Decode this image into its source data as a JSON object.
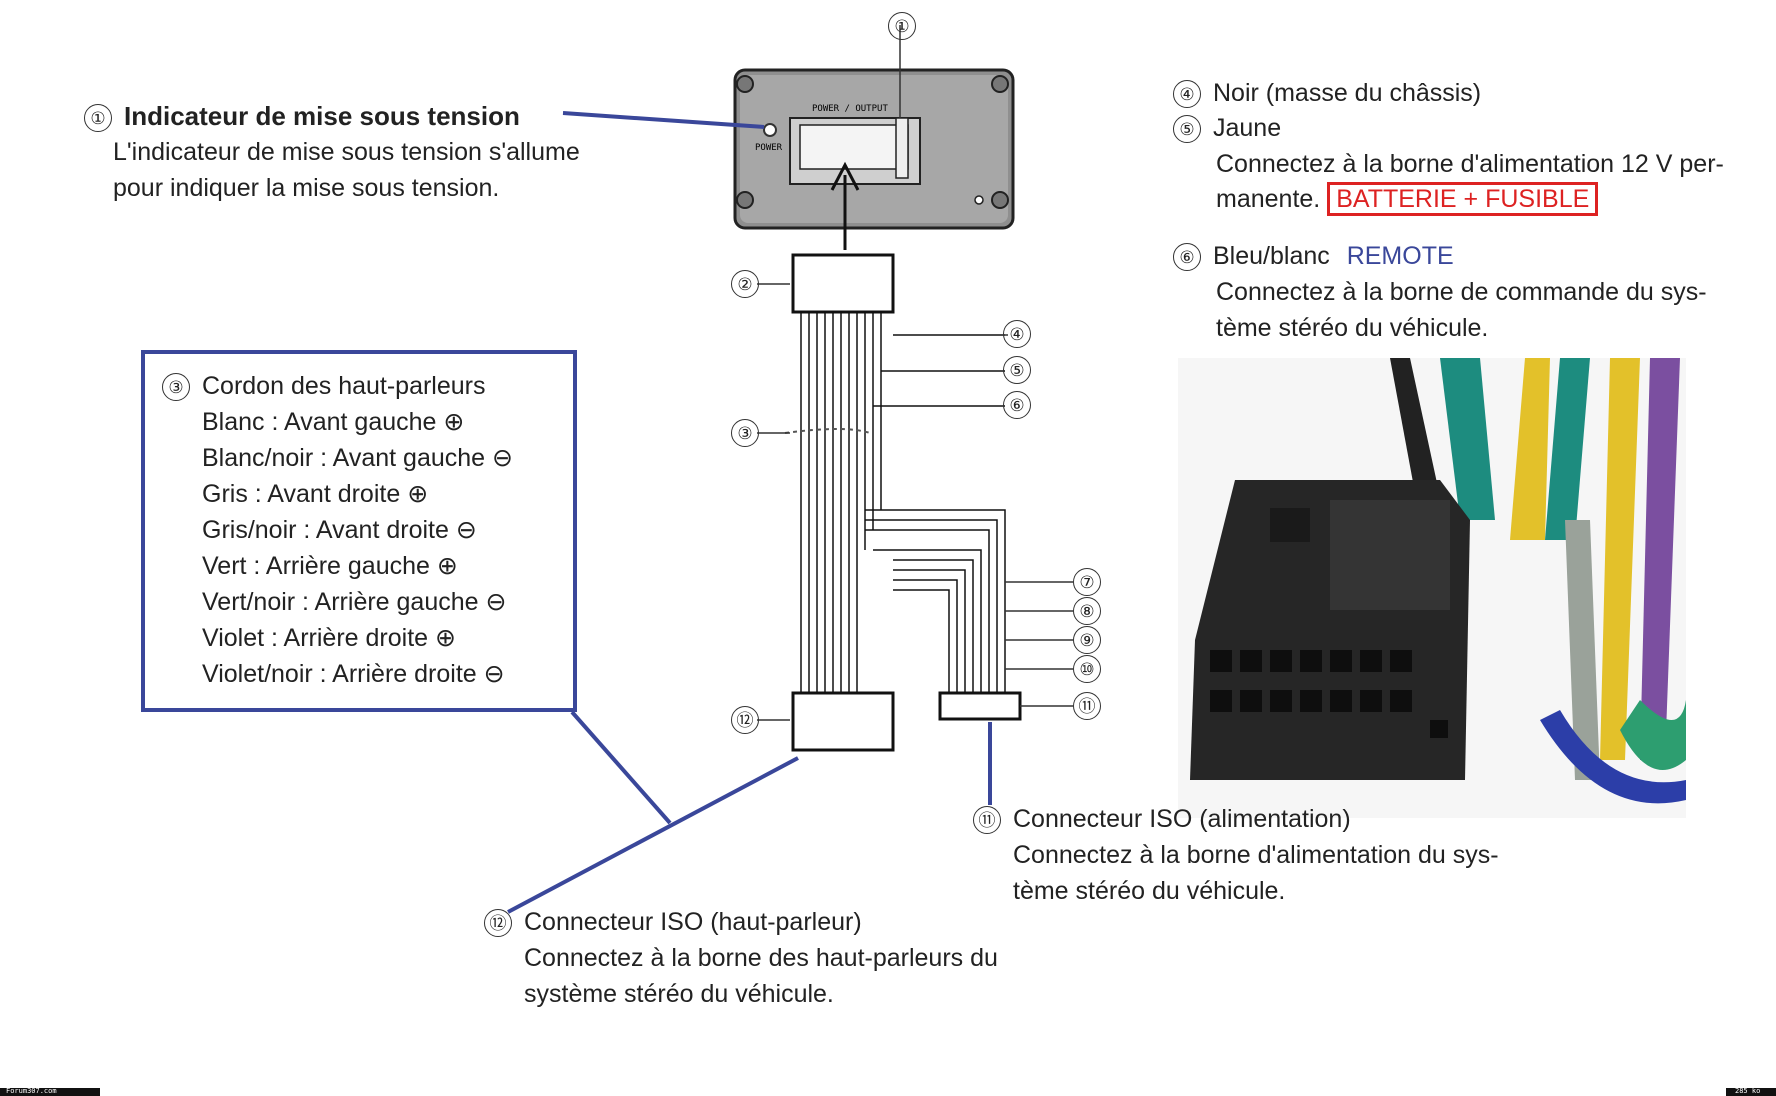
{
  "left": {
    "num1": "①",
    "power_title": "Indicateur de mise sous tension",
    "power_line1": "L'indicateur de mise sous tension s'allume",
    "power_line2": "pour indiquer la mise sous tension.",
    "speaker": {
      "num": "③",
      "title": "Cordon des haut-parleurs",
      "items": [
        "Blanc : Avant gauche ⊕",
        "Blanc/noir : Avant gauche ⊖",
        "Gris : Avant droite ⊕",
        "Gris/noir : Avant droite ⊖",
        "Vert : Arrière gauche ⊕",
        "Vert/noir : Arrière gauche ⊖",
        "Violet : Arrière droite ⊕",
        "Violet/noir : Arrière droite ⊖"
      ]
    }
  },
  "right": {
    "n4": "④",
    "noir": "Noir (masse du châssis)",
    "n5": "⑤",
    "jaune": "Jaune",
    "jaune_line1": "Connectez à la borne d'alimentation 12 V per-",
    "jaune_line2": "manente.",
    "battery": "BATTERIE + FUSIBLE",
    "n6": "⑥",
    "bleu": "Bleu/blanc",
    "remote": "REMOTE",
    "bleu_line1": "Connectez à la borne de commande du sys-",
    "bleu_line2": "tème stéréo du véhicule."
  },
  "bottom": {
    "n11": "⑪",
    "iso_power_title": "Connecteur ISO (alimentation)",
    "iso_power_line1": "Connectez à la borne d'alimentation du sys-",
    "iso_power_line2": "tème stéréo du véhicule.",
    "n12": "⑫",
    "iso_spk_title": "Connecteur ISO (haut-parleur)",
    "iso_spk_line1": "Connectez à la borne des haut-parleurs du",
    "iso_spk_line2": "système stéréo du véhicule."
  },
  "diagram": {
    "device_label": "POWER / OUTPUT",
    "power_label": "POWER",
    "callouts": [
      "①",
      "②",
      "③",
      "④",
      "⑤",
      "⑥",
      "⑦",
      "⑧",
      "⑨",
      "⑩",
      "⑪",
      "⑫"
    ]
  },
  "footer": {
    "left": "Forum307.com",
    "right": "285 ko"
  },
  "colors": {
    "accent_blue": "#3a479a",
    "accent_red": "#dd2222"
  }
}
